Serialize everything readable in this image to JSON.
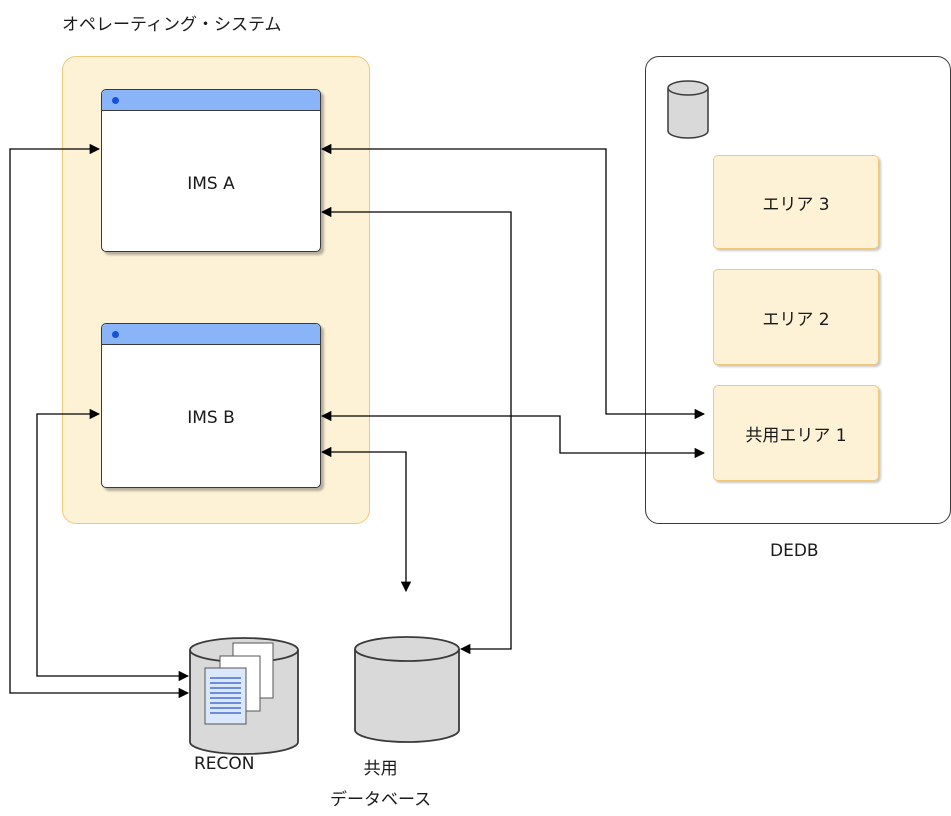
{
  "os_label": "オペレーティング・システム",
  "ims_a": {
    "label": "IMS A"
  },
  "ims_b": {
    "label": "IMS B"
  },
  "dedb": {
    "label": "DEDB",
    "areas": [
      {
        "label": "エリア 3"
      },
      {
        "label": "エリア 2"
      },
      {
        "label": "共用エリア 1"
      }
    ]
  },
  "recon": {
    "label": "RECON"
  },
  "shared_db": {
    "label_line1": "共用",
    "label_line2": "データベース"
  },
  "colors": {
    "os_fill": "#fdf1d6",
    "os_border": "#f3c77a",
    "titlebar": "#8ab4f8",
    "titlebar_dot": "#1652d9",
    "cylinder_fill": "#d9d9d9",
    "document_fill": "#dbe7fb"
  },
  "icons": [
    "window-dot-icon",
    "database-icon",
    "document-stack-icon",
    "arrow-icon"
  ]
}
